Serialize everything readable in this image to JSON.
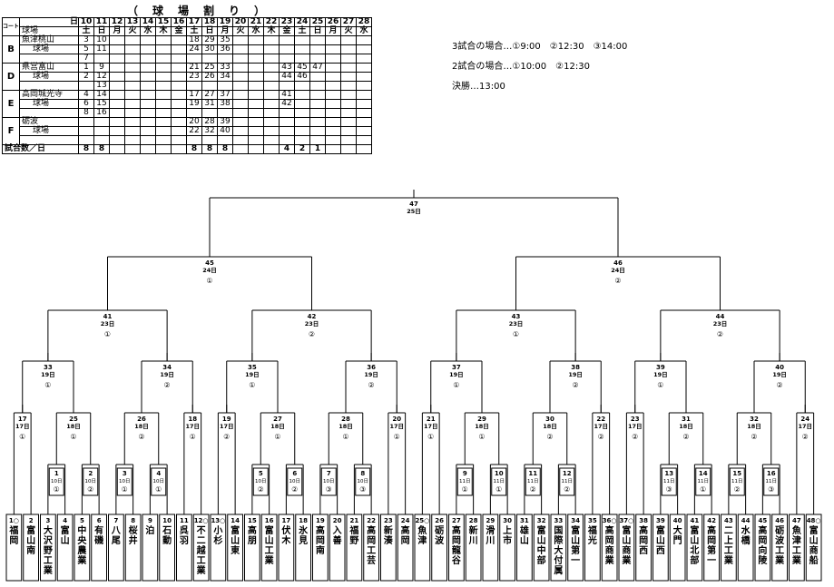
{
  "title": "（　球　場　割　り　）",
  "venue_table": {
    "header_top_left": "日",
    "header_bottom_left": "球場",
    "header_letter_col": "コート",
    "dates": [
      "10",
      "11",
      "12",
      "13",
      "14",
      "15",
      "16",
      "17",
      "18",
      "19",
      "20",
      "21",
      "22",
      "23",
      "24",
      "25",
      "26",
      "27",
      "28"
    ],
    "weekdays": [
      "土",
      "日",
      "月",
      "火",
      "水",
      "木",
      "金",
      "土",
      "日",
      "月",
      "火",
      "水",
      "木",
      "金",
      "土",
      "日",
      "月",
      "火",
      "水"
    ],
    "venues": [
      {
        "letter": "B",
        "name1": "魚津桃山",
        "name2": "球場",
        "rows": [
          [
            "3",
            "10",
            "",
            "",
            "",
            "",
            "",
            "18",
            "29",
            "35",
            "",
            "",
            "",
            "",
            "",
            "",
            "",
            "",
            ""
          ],
          [
            "5",
            "11",
            "",
            "",
            "",
            "",
            "",
            "24",
            "30",
            "36",
            "",
            "",
            "",
            "",
            "",
            "",
            "",
            "",
            ""
          ],
          [
            "7",
            "",
            "",
            "",
            "",
            "",
            "",
            "",
            "",
            "",
            "",
            "",
            "",
            "",
            "",
            "",
            "",
            "",
            ""
          ]
        ]
      },
      {
        "letter": "D",
        "name1": "県営富山",
        "name2": "球場",
        "rows": [
          [
            "1",
            "9",
            "",
            "",
            "",
            "",
            "",
            "21",
            "25",
            "33",
            "",
            "",
            "",
            "43",
            "45",
            "47",
            "",
            "",
            ""
          ],
          [
            "2",
            "12",
            "",
            "",
            "",
            "",
            "",
            "23",
            "26",
            "34",
            "",
            "",
            "",
            "44",
            "46",
            "",
            "",
            "",
            ""
          ],
          [
            "",
            "13",
            "",
            "",
            "",
            "",
            "",
            "",
            "",
            "",
            "",
            "",
            "",
            "",
            "",
            "",
            "",
            "",
            ""
          ]
        ]
      },
      {
        "letter": "E",
        "name1": "高岡城光寺",
        "name2": "球場",
        "rows": [
          [
            "4",
            "14",
            "",
            "",
            "",
            "",
            "",
            "17",
            "27",
            "37",
            "",
            "",
            "",
            "41",
            "",
            "",
            "",
            "",
            ""
          ],
          [
            "6",
            "15",
            "",
            "",
            "",
            "",
            "",
            "19",
            "31",
            "38",
            "",
            "",
            "",
            "42",
            "",
            "",
            "",
            "",
            ""
          ],
          [
            "8",
            "16",
            "",
            "",
            "",
            "",
            "",
            "",
            "",
            "",
            "",
            "",
            "",
            "",
            "",
            "",
            "",
            "",
            ""
          ]
        ]
      },
      {
        "letter": "F",
        "name1": "砺波",
        "name2": "球場",
        "rows": [
          [
            "",
            "",
            "",
            "",
            "",
            "",
            "",
            "20",
            "28",
            "39",
            "",
            "",
            "",
            "",
            "",
            "",
            "",
            "",
            ""
          ],
          [
            "",
            "",
            "",
            "",
            "",
            "",
            "",
            "22",
            "32",
            "40",
            "",
            "",
            "",
            "",
            "",
            "",
            "",
            "",
            ""
          ],
          [
            "",
            "",
            "",
            "",
            "",
            "",
            "",
            "",
            "",
            "",
            "",
            "",
            "",
            "",
            "",
            "",
            "",
            "",
            ""
          ]
        ]
      }
    ],
    "total_label": "試合数／日",
    "totals": [
      "8",
      "8",
      "",
      "",
      "",
      "",
      "",
      "8",
      "8",
      "8",
      "",
      "",
      "",
      "4",
      "2",
      "1",
      "",
      "",
      ""
    ]
  },
  "schedule_notes": [
    "3試合の場合…①9:00　②12:30　③14:00",
    "2試合の場合…①10:00　②12:30",
    "決勝…13:00"
  ],
  "bracket": {
    "matches": [
      {
        "num": "1",
        "day": "10日",
        "slot": "①"
      },
      {
        "num": "2",
        "day": "10日",
        "slot": "②"
      },
      {
        "num": "3",
        "day": "10日",
        "slot": "①"
      },
      {
        "num": "4",
        "day": "10日",
        "slot": "①"
      },
      {
        "num": "5",
        "day": "10日",
        "slot": "②"
      },
      {
        "num": "6",
        "day": "10日",
        "slot": "②"
      },
      {
        "num": "7",
        "day": "10日",
        "slot": "③"
      },
      {
        "num": "8",
        "day": "10日",
        "slot": "③"
      },
      {
        "num": "9",
        "day": "11日",
        "slot": "①"
      },
      {
        "num": "10",
        "day": "11日",
        "slot": "①"
      },
      {
        "num": "11",
        "day": "11日",
        "slot": "②"
      },
      {
        "num": "12",
        "day": "11日",
        "slot": "②"
      },
      {
        "num": "13",
        "day": "11日",
        "slot": "③"
      },
      {
        "num": "14",
        "day": "11日",
        "slot": "①"
      },
      {
        "num": "15",
        "day": "11日",
        "slot": "②"
      },
      {
        "num": "16",
        "day": "11日",
        "slot": "③"
      },
      {
        "num": "17",
        "day": "17日",
        "slot": "①"
      },
      {
        "num": "18",
        "day": "17日",
        "slot": "①"
      },
      {
        "num": "19",
        "day": "17日",
        "slot": "②"
      },
      {
        "num": "20",
        "day": "17日",
        "slot": "①"
      },
      {
        "num": "21",
        "day": "17日",
        "slot": "①"
      },
      {
        "num": "22",
        "day": "17日",
        "slot": "②"
      },
      {
        "num": "23",
        "day": "17日",
        "slot": "②"
      },
      {
        "num": "24",
        "day": "17日",
        "slot": "②"
      },
      {
        "num": "25",
        "day": "18日",
        "slot": "①"
      },
      {
        "num": "26",
        "day": "18日",
        "slot": "②"
      },
      {
        "num": "27",
        "day": "18日",
        "slot": "①"
      },
      {
        "num": "28",
        "day": "18日",
        "slot": "①"
      },
      {
        "num": "29",
        "day": "18日",
        "slot": "①"
      },
      {
        "num": "30",
        "day": "18日",
        "slot": "②"
      },
      {
        "num": "31",
        "day": "18日",
        "slot": "②"
      },
      {
        "num": "32",
        "day": "18日",
        "slot": "②"
      },
      {
        "num": "33",
        "day": "19日",
        "slot": "①"
      },
      {
        "num": "34",
        "day": "19日",
        "slot": "②"
      },
      {
        "num": "35",
        "day": "19日",
        "slot": "①"
      },
      {
        "num": "36",
        "day": "19日",
        "slot": "②"
      },
      {
        "num": "37",
        "day": "19日",
        "slot": "①"
      },
      {
        "num": "38",
        "day": "19日",
        "slot": "②"
      },
      {
        "num": "39",
        "day": "19日",
        "slot": "①"
      },
      {
        "num": "40",
        "day": "19日",
        "slot": "②"
      },
      {
        "num": "41",
        "day": "23日",
        "slot": "①"
      },
      {
        "num": "42",
        "day": "23日",
        "slot": "②"
      },
      {
        "num": "43",
        "day": "23日",
        "slot": "①"
      },
      {
        "num": "44",
        "day": "23日",
        "slot": "②"
      },
      {
        "num": "45",
        "day": "24日",
        "slot": "①"
      },
      {
        "num": "46",
        "day": "24日",
        "slot": "②"
      },
      {
        "num": "47",
        "day": "25日",
        "slot": ""
      }
    ],
    "teams": [
      {
        "num": "1",
        "seed": true,
        "name": "福岡"
      },
      {
        "num": "2",
        "seed": false,
        "name": "富山南"
      },
      {
        "num": "3",
        "seed": false,
        "name": "大沢野工業"
      },
      {
        "num": "4",
        "seed": false,
        "name": "富山"
      },
      {
        "num": "5",
        "seed": false,
        "name": "中央農業"
      },
      {
        "num": "6",
        "seed": false,
        "name": "有磯"
      },
      {
        "num": "7",
        "seed": false,
        "name": "八尾"
      },
      {
        "num": "8",
        "seed": false,
        "name": "桜井"
      },
      {
        "num": "9",
        "seed": false,
        "name": "泊"
      },
      {
        "num": "10",
        "seed": false,
        "name": "石動"
      },
      {
        "num": "11",
        "seed": false,
        "name": "呉羽"
      },
      {
        "num": "12",
        "seed": true,
        "name": "不二越工業"
      },
      {
        "num": "13",
        "seed": true,
        "name": "小杉"
      },
      {
        "num": "14",
        "seed": false,
        "name": "富山東"
      },
      {
        "num": "15",
        "seed": false,
        "name": "高朋"
      },
      {
        "num": "16",
        "seed": false,
        "name": "富山工業"
      },
      {
        "num": "17",
        "seed": false,
        "name": "伏木"
      },
      {
        "num": "18",
        "seed": false,
        "name": "氷見"
      },
      {
        "num": "19",
        "seed": false,
        "name": "高岡南"
      },
      {
        "num": "20",
        "seed": false,
        "name": "入善"
      },
      {
        "num": "21",
        "seed": false,
        "name": "福野"
      },
      {
        "num": "22",
        "seed": false,
        "name": "高岡工芸"
      },
      {
        "num": "23",
        "seed": false,
        "name": "新湊"
      },
      {
        "num": "24",
        "seed": false,
        "name": "高岡"
      },
      {
        "num": "25",
        "seed": true,
        "name": "魚津"
      },
      {
        "num": "26",
        "seed": false,
        "name": "砺波"
      },
      {
        "num": "27",
        "seed": false,
        "name": "高岡龍谷"
      },
      {
        "num": "28",
        "seed": false,
        "name": "新川"
      },
      {
        "num": "29",
        "seed": false,
        "name": "滑川"
      },
      {
        "num": "30",
        "seed": false,
        "name": "上市"
      },
      {
        "num": "31",
        "seed": false,
        "name": "雄山"
      },
      {
        "num": "32",
        "seed": false,
        "name": "富山中部"
      },
      {
        "num": "33",
        "seed": false,
        "name": "国際大付属"
      },
      {
        "num": "34",
        "seed": false,
        "name": "富山第一"
      },
      {
        "num": "35",
        "seed": false,
        "name": "福光"
      },
      {
        "num": "36",
        "seed": true,
        "name": "高岡商業"
      },
      {
        "num": "37",
        "seed": true,
        "name": "富山商業"
      },
      {
        "num": "38",
        "seed": false,
        "name": "高岡西"
      },
      {
        "num": "39",
        "seed": false,
        "name": "富山西"
      },
      {
        "num": "40",
        "seed": false,
        "name": "大門"
      },
      {
        "num": "41",
        "seed": false,
        "name": "富山北部"
      },
      {
        "num": "42",
        "seed": false,
        "name": "高岡第一"
      },
      {
        "num": "43",
        "seed": false,
        "name": "二上工業"
      },
      {
        "num": "44",
        "seed": false,
        "name": "水橋"
      },
      {
        "num": "45",
        "seed": false,
        "name": "高岡向陵"
      },
      {
        "num": "46",
        "seed": false,
        "name": "砺波工業"
      },
      {
        "num": "47",
        "seed": false,
        "name": "魚津工業"
      },
      {
        "num": "48",
        "seed": true,
        "name": "富山商船"
      }
    ]
  }
}
